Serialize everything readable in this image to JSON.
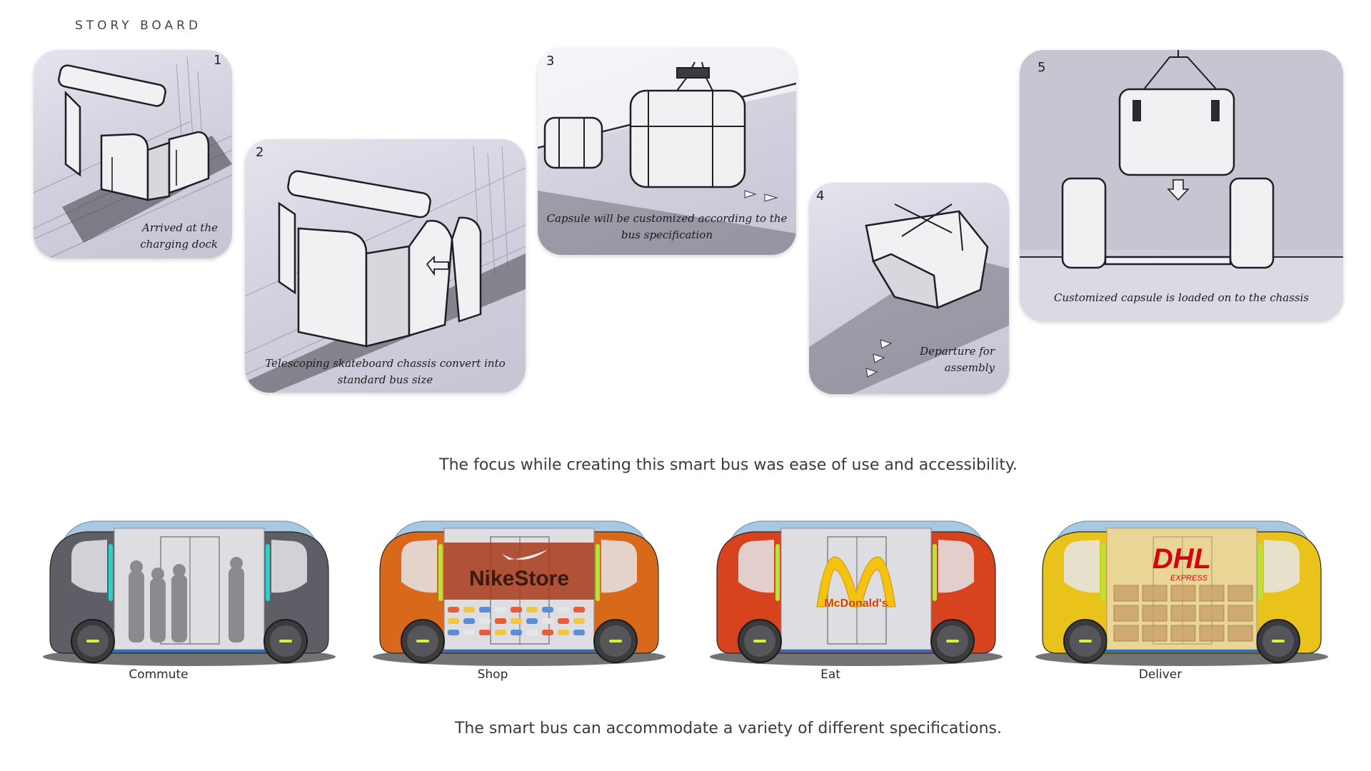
{
  "header": {
    "title": "STORY BOARD"
  },
  "storyboard": [
    {
      "number": "1",
      "caption_lines": [
        "Arrived at the",
        "charging dock"
      ]
    },
    {
      "number": "2",
      "caption_lines": [
        "Telescoping skateboard chassis convert into",
        "standard bus size"
      ]
    },
    {
      "number": "3",
      "caption_lines": [
        "Capsule will be customized according to the",
        "bus specification"
      ]
    },
    {
      "number": "4",
      "caption_lines": [
        "Departure for",
        "assembly"
      ]
    },
    {
      "number": "5",
      "caption_lines": [
        "Customized capsule is loaded on to the chassis"
      ]
    }
  ],
  "focus_text": "The focus while creating this smart bus was ease of use and accessibility.",
  "buses": [
    {
      "label": "Commute",
      "body_color": "#5e5f66",
      "accent": "#2bd1c9",
      "brand_main": "",
      "brand_sub": ""
    },
    {
      "label": "Shop",
      "body_color": "#d8691a",
      "accent": "#b7e43a",
      "brand_main": "NikeStore",
      "brand_sub": ""
    },
    {
      "label": "Eat",
      "body_color": "#d8431f",
      "accent": "#b7e43a",
      "brand_main": "McDonald's",
      "brand_sub": ""
    },
    {
      "label": "Deliver",
      "body_color": "#e9c21c",
      "accent": "#b7e43a",
      "brand_main": "DHL",
      "brand_sub": "EXPRESS"
    }
  ],
  "closing_text": "The smart bus can accommodate a variety of different specifications."
}
